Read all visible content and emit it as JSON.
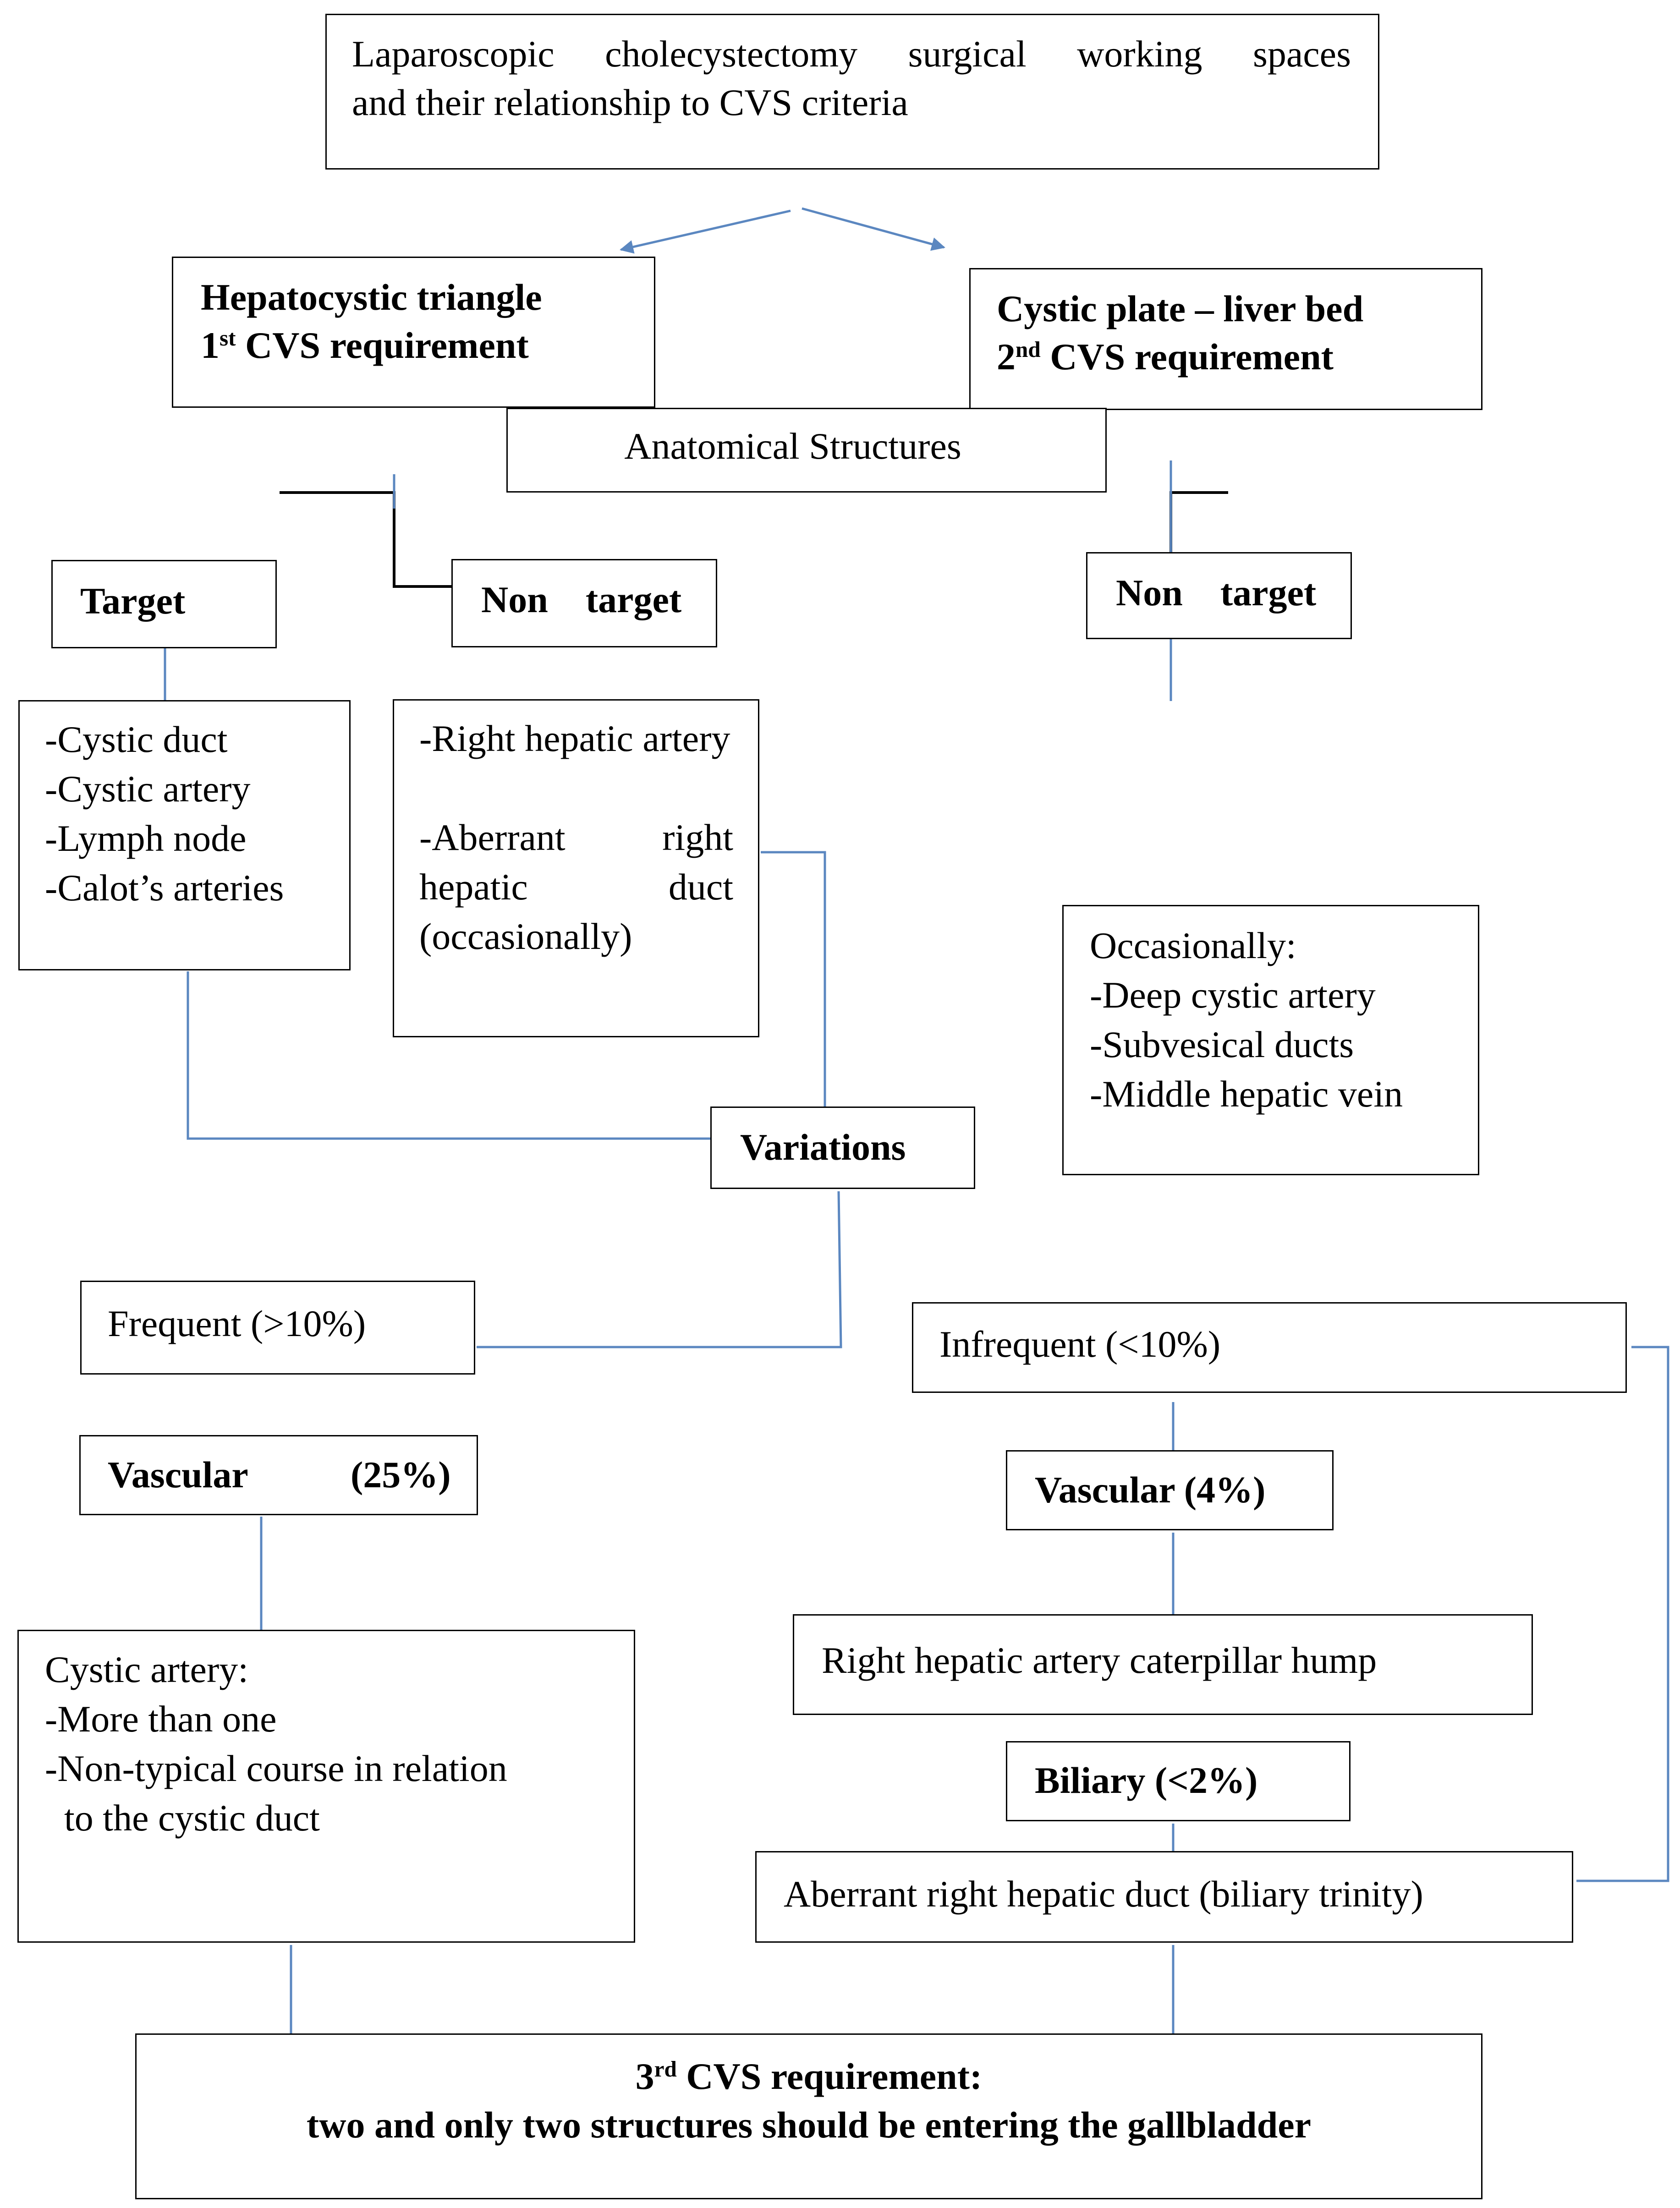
{
  "title": {
    "line1": "Laparoscopic cholecystectomy surgical working spaces",
    "line2": "and their relationship to CVS criteria"
  },
  "hepatocystic": {
    "name": "Hepatocystic triangle",
    "req_num": "1",
    "req_sup": "st",
    "req_text": " CVS requirement"
  },
  "cystic_plate": {
    "name": "Cystic plate – liver bed",
    "req_num": "2",
    "req_sup": "nd",
    "req_text": " CVS requirement"
  },
  "anatomical_structures": "Anatomical Structures",
  "target": {
    "label": "Target",
    "items": [
      "-Cystic duct",
      "-Cystic artery",
      "-Lymph node",
      "-Calot’s arteries"
    ]
  },
  "non_target_left": {
    "label_a": "Non",
    "label_b": "target",
    "items": [
      "-Right hepatic artery",
      "-Aberrant right hepatic duct (occasionally)"
    ]
  },
  "non_target_right": {
    "label_a": "Non",
    "label_b": "target",
    "heading": "Occasionally:",
    "items": [
      "-Deep cystic artery",
      "-Subvesical ducts",
      "-Middle hepatic vein"
    ]
  },
  "variations": "Variations",
  "frequent": {
    "label": "Frequent (>10%)",
    "vascular_label": "Vascular",
    "vascular_pct": "(25%)",
    "detail_heading": "Cystic artery:",
    "detail_items": [
      "-More than one",
      "-Non-typical course in relation",
      "to the cystic duct"
    ]
  },
  "infrequent": {
    "label": "Infrequent (<10%)",
    "vascular": "Vascular (4%)",
    "vascular_detail": "Right hepatic artery caterpillar hump",
    "biliary": "Biliary (<2%)",
    "biliary_detail": "Aberrant right hepatic duct (biliary trinity)"
  },
  "third_req": {
    "num": "3",
    "sup": "rd",
    "text": " CVS requirement:",
    "line2": "two and only two structures should be entering the gallbladder"
  },
  "colors": {
    "connector": "#5b87c0",
    "border": "#000000"
  }
}
